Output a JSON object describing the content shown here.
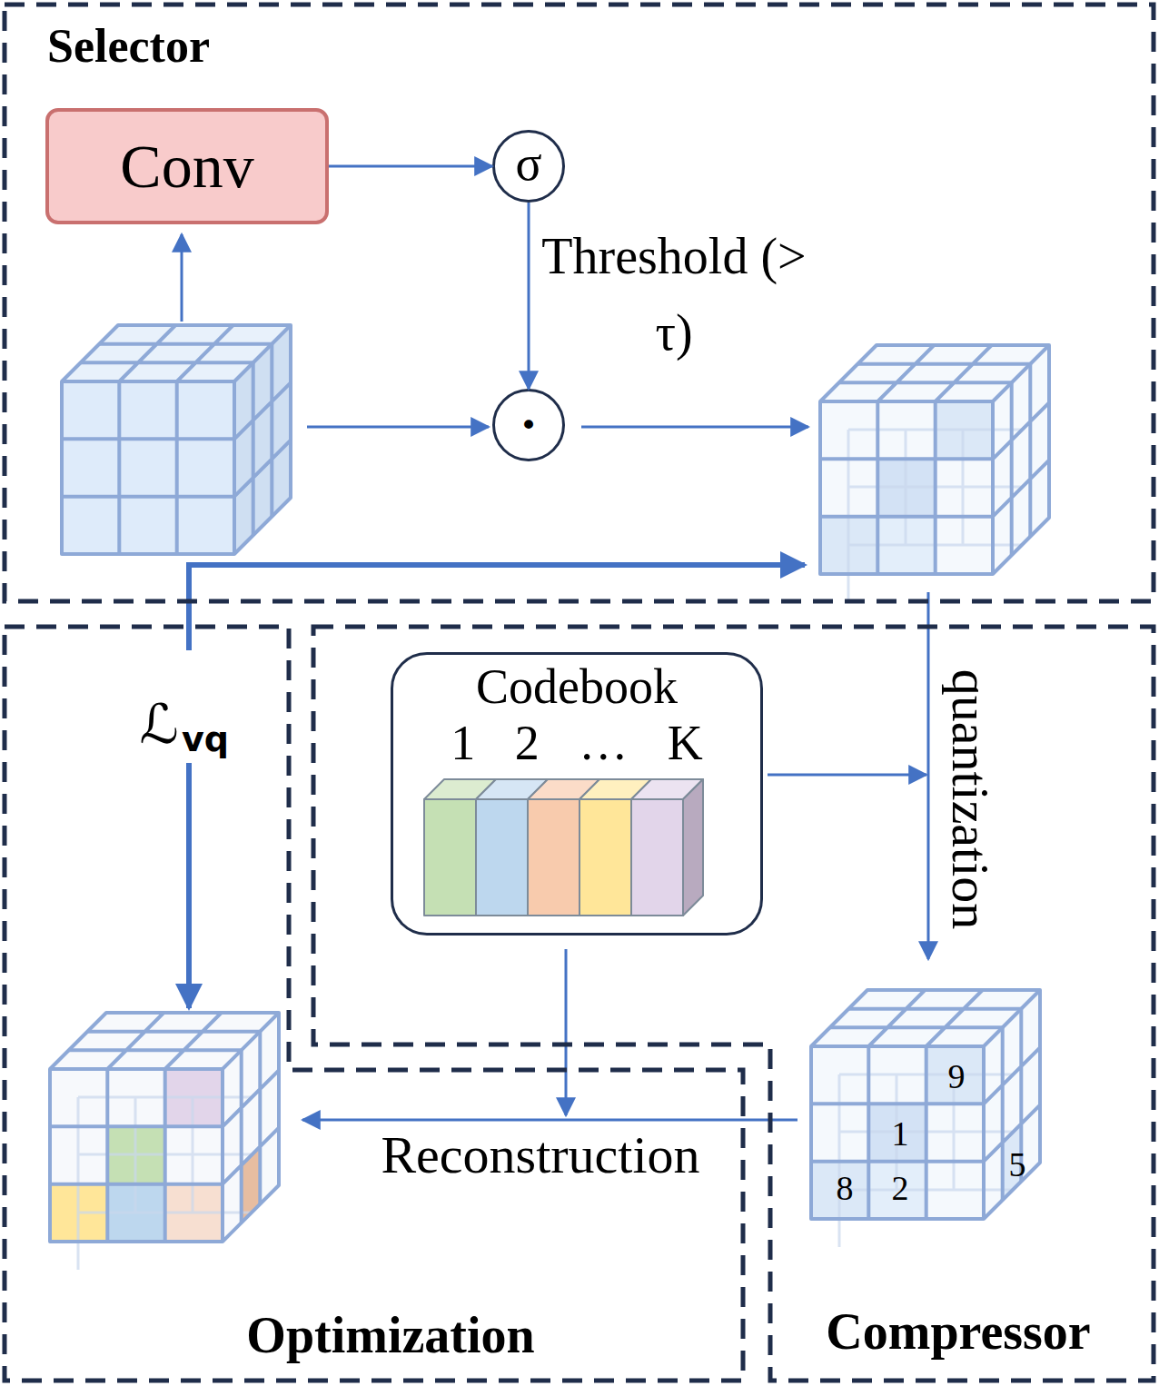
{
  "diagram": {
    "nodes": [
      {
        "text": [
          "Selector"
        ]
      },
      {
        "text": [
          "Conv"
        ],
        "in": 0
      },
      {
        "text": [
          "σ"
        ],
        "in": 0
      },
      {
        "text": [
          "•"
        ],
        "in": 0
      },
      {
        "text": [
          "Optimization"
        ]
      },
      {
        "text": [
          "Compressor"
        ]
      },
      {
        "text": [
          "Codebook",
          "1 2 … K"
        ],
        "in": 5
      }
    ],
    "edges": [
      {
        "from": 1,
        "to": 2,
        "arrow": "to"
      },
      {
        "from": 2,
        "to": 3,
        "label": "Threshold (> τ)",
        "arrow": "to"
      }
    ],
    "labels": [
      "ℒ",
      "vq",
      "quantization",
      "Reconstruction",
      "9",
      "1",
      "5",
      "8",
      "2"
    ]
  }
}
